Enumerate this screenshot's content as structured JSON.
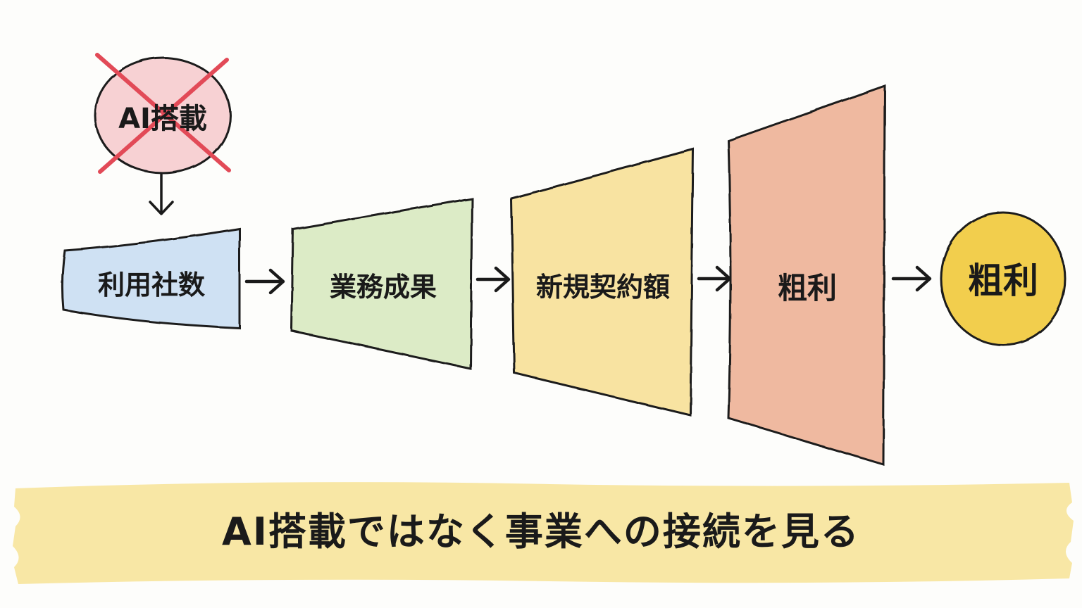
{
  "crossed_item": {
    "label": "AI搭載",
    "fill_color": "#f7d1d3",
    "cross_color": "#e24a57"
  },
  "flow_steps": [
    {
      "label": "利用社数",
      "fill_color": "#cfe1f3"
    },
    {
      "label": "業務成果",
      "fill_color": "#dcebc6"
    },
    {
      "label": "新規契約額",
      "fill_color": "#f8e3a1"
    },
    {
      "label": "粗利",
      "fill_color": "#efb9a0"
    }
  ],
  "result": {
    "label": "粗利",
    "fill_color": "#f2ce4e"
  },
  "banner": {
    "text": "AI搭載ではなく事業への接続を見る",
    "fill_color": "#f8e6a0"
  },
  "icons": {
    "down_arrow": "arrow-down-icon",
    "right_arrow": "arrow-right-icon",
    "cross": "cross-icon"
  }
}
